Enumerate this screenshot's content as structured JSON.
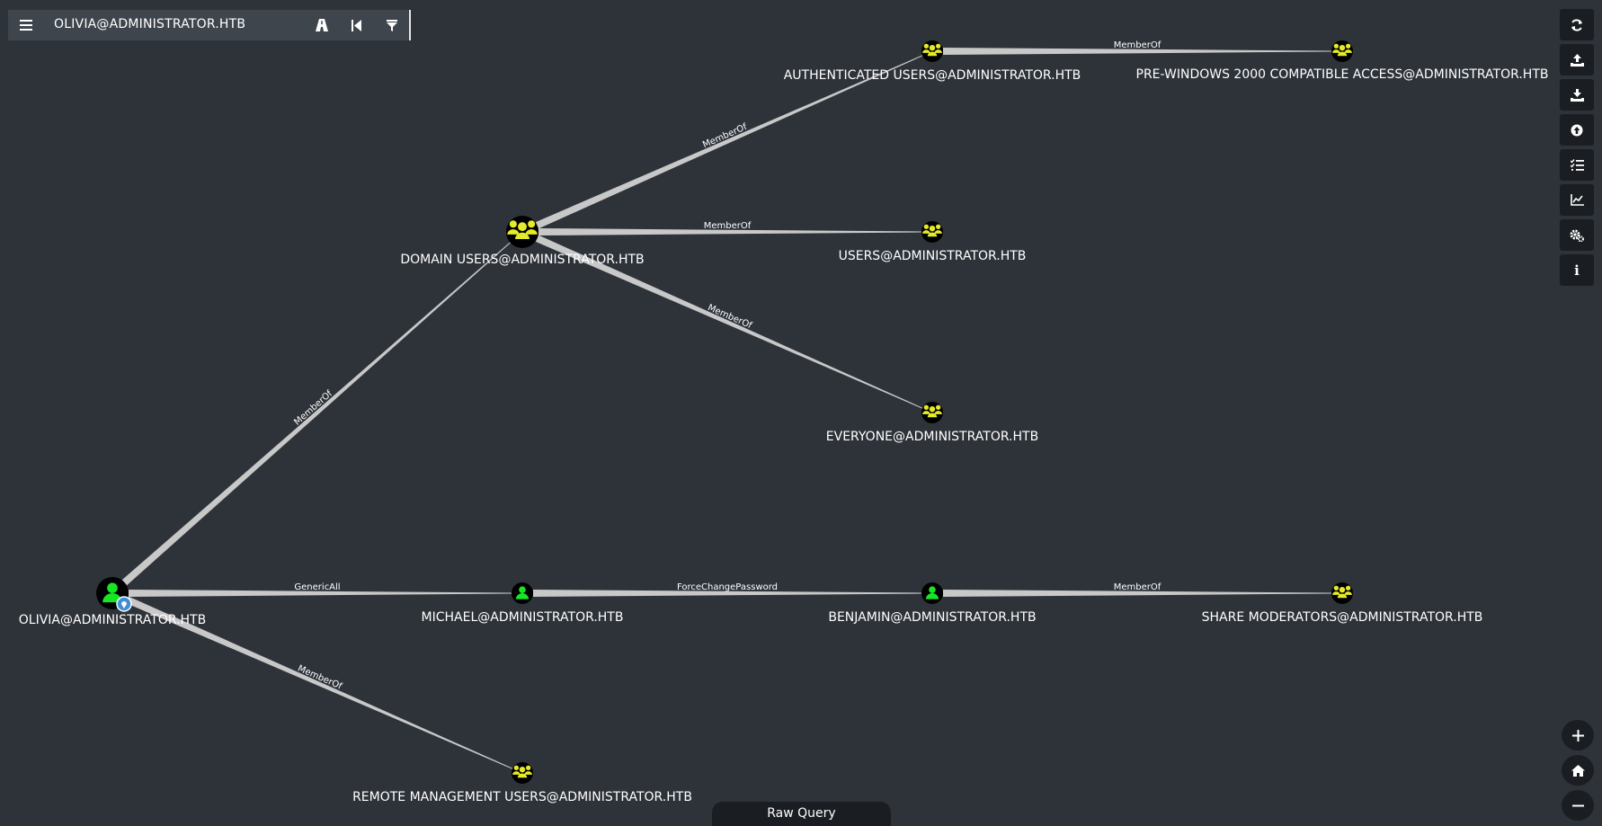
{
  "search_bar": {
    "title": "OLIVIA@ADMINISTRATOR.HTB",
    "menu_icon": "hamburger-menu-icon",
    "tools": [
      "pathfinding-road-icon",
      "back-step-icon",
      "filter-icon"
    ]
  },
  "graph": {
    "colors": {
      "background": "#2e333a",
      "group_icon": "#e5ea2a",
      "user_icon": "#17e625",
      "edge": "#c8c8c8",
      "owned_marker": "#3d8fd6"
    },
    "nodes": [
      {
        "id": "olivia",
        "type": "user",
        "label": "OLIVIA@ADMINISTRATOR.HTB",
        "large": true,
        "owned": true
      },
      {
        "id": "michael",
        "type": "user",
        "label": "MICHAEL@ADMINISTRATOR.HTB"
      },
      {
        "id": "benjamin",
        "type": "user",
        "label": "BENJAMIN@ADMINISTRATOR.HTB"
      },
      {
        "id": "share_mods",
        "type": "group",
        "label": "SHARE MODERATORS@ADMINISTRATOR.HTB"
      },
      {
        "id": "remote_mgmt",
        "type": "group",
        "label": "REMOTE MANAGEMENT USERS@ADMINISTRATOR.HTB"
      },
      {
        "id": "domain_users",
        "type": "group",
        "label": "DOMAIN USERS@ADMINISTRATOR.HTB",
        "large": true
      },
      {
        "id": "auth_users",
        "type": "group",
        "label": "AUTHENTICATED USERS@ADMINISTRATOR.HTB"
      },
      {
        "id": "pre_win2000",
        "type": "group",
        "label": "PRE-WINDOWS 2000 COMPATIBLE ACCESS@ADMINISTRATOR.HTB"
      },
      {
        "id": "users",
        "type": "group",
        "label": "USERS@ADMINISTRATOR.HTB"
      },
      {
        "id": "everyone",
        "type": "group",
        "label": "EVERYONE@ADMINISTRATOR.HTB"
      }
    ],
    "edges": [
      {
        "from": "olivia",
        "to": "michael",
        "label": "GenericAll"
      },
      {
        "from": "michael",
        "to": "benjamin",
        "label": "ForceChangePassword"
      },
      {
        "from": "benjamin",
        "to": "share_mods",
        "label": "MemberOf"
      },
      {
        "from": "olivia",
        "to": "remote_mgmt",
        "label": "MemberOf"
      },
      {
        "from": "olivia",
        "to": "domain_users",
        "label": "MemberOf"
      },
      {
        "from": "domain_users",
        "to": "auth_users",
        "label": "MemberOf"
      },
      {
        "from": "auth_users",
        "to": "pre_win2000",
        "label": "MemberOf"
      },
      {
        "from": "domain_users",
        "to": "users",
        "label": "MemberOf"
      },
      {
        "from": "domain_users",
        "to": "everyone",
        "label": "MemberOf"
      }
    ]
  },
  "right_toolbar": {
    "buttons": [
      {
        "name": "refresh-icon"
      },
      {
        "name": "export-icon"
      },
      {
        "name": "import-icon"
      },
      {
        "name": "upload-icon"
      },
      {
        "name": "query-list-icon"
      },
      {
        "name": "database-info-icon"
      },
      {
        "name": "settings-icon"
      },
      {
        "name": "about-icon",
        "glyph": "i"
      }
    ]
  },
  "zoom_controls": {
    "zoom_in_icon": "plus-icon",
    "home_icon": "home-icon",
    "zoom_out_icon": "minus-icon"
  },
  "raw_query": {
    "label": "Raw Query"
  }
}
